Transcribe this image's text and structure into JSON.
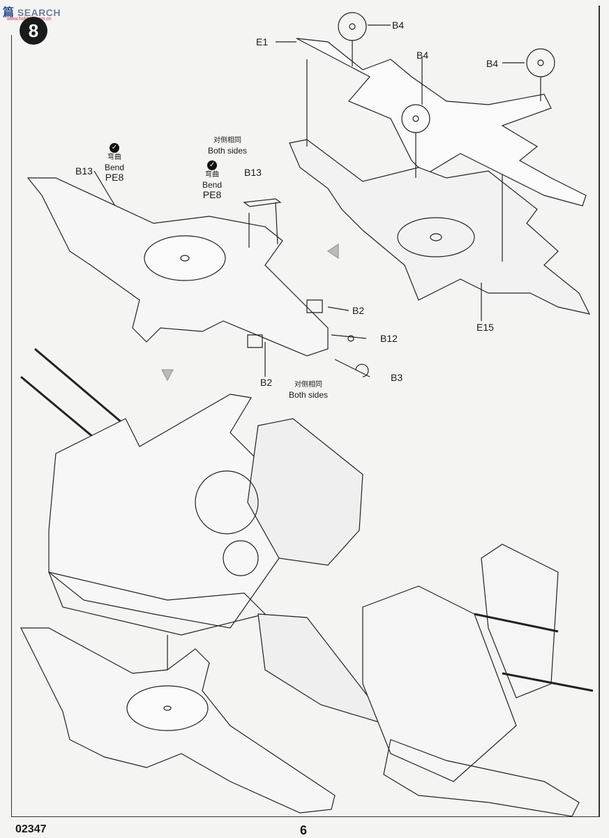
{
  "watermark": {
    "cn": "篇",
    "text": "SEARCH",
    "url": "www.hobbyz.com.cn"
  },
  "step_number": "8",
  "top_right": {
    "labels": {
      "e1": "E1",
      "b4_a": "B4",
      "b4_b": "B4",
      "b4_c": "B4",
      "e15": "E15"
    }
  },
  "top_left": {
    "labels": {
      "b13_a": "B13",
      "b13_b": "B13",
      "b2_a": "B2",
      "b2_b": "B2",
      "b12": "B12",
      "b3": "B3"
    },
    "notes": {
      "bend_a": {
        "cn": "弯曲",
        "en": "Bend",
        "part": "PE8"
      },
      "bend_b": {
        "cn": "弯曲",
        "en": "Bend",
        "part": "PE8"
      },
      "both_a": {
        "cn": "对侧相同",
        "en": "Both sides"
      },
      "both_b": {
        "cn": "对侧相同",
        "en": "Both sides"
      }
    }
  },
  "footer": {
    "code": "02347",
    "page": "6"
  }
}
